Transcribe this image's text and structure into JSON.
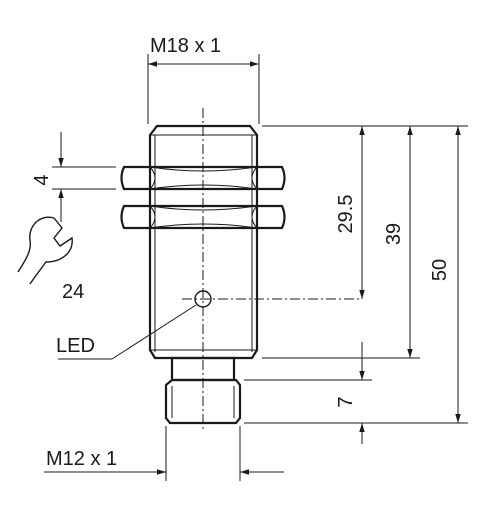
{
  "dimensions": {
    "top_thread": "M18 x 1",
    "bottom_thread": "M12 x 1",
    "nut_height": "4",
    "wrench_size": "24",
    "led_position": "29.5",
    "housing_length": "39",
    "total_length": "50",
    "connector_length": "7"
  },
  "labels": {
    "led": "LED"
  },
  "icons": {
    "wrench": "wrench-icon"
  }
}
